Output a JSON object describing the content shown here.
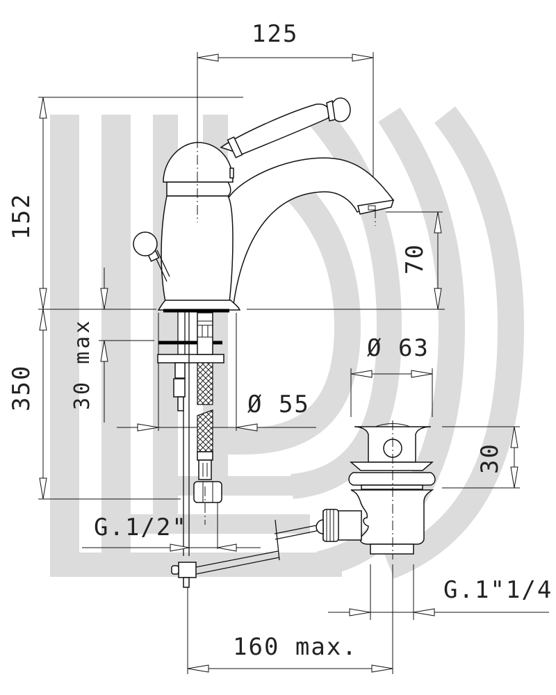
{
  "drawing": {
    "type": "technical dimension drawing",
    "subject": "single-lever bidet mixer with pop-up waste",
    "watermark_color": "#dcdcdc",
    "line_color": "#111111"
  },
  "dimensions": {
    "spout_reach": "125",
    "height_above_deck": "152",
    "spout_height": "70",
    "below_deck_length": "350",
    "deck_thickness_max": "30 max",
    "base_diameter": "Ø 55",
    "waste_diameter": "Ø 63",
    "waste_height": "30",
    "inlet_thread": "G.1/2\"",
    "waste_thread": "G.1\"1/4",
    "rod_length": "160 max."
  }
}
